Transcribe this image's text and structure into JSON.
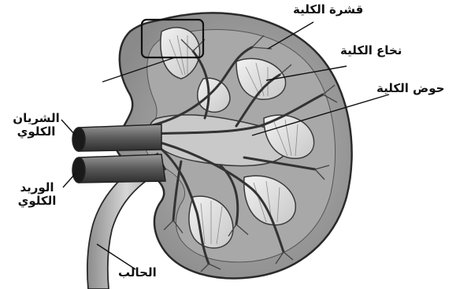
{
  "labels": {
    "cortex": "قشرة الكلية",
    "medulla": "نخاع الكلية",
    "pelvis": "حوض الكلية",
    "artery_line1": "الشريان",
    "artery_line2": "الكلوي",
    "vein_line1": "الوريد",
    "vein_line2": "الكلوي",
    "ureter": "الحالب"
  },
  "colors": {
    "outline": "#2a2a2a",
    "capsule": "#cfcfcf",
    "cortex_fill": "#9c9c9c",
    "pyramid_fill": "#e3e3e3",
    "vessel": "#3a3a3a",
    "label_text": "#111111"
  }
}
